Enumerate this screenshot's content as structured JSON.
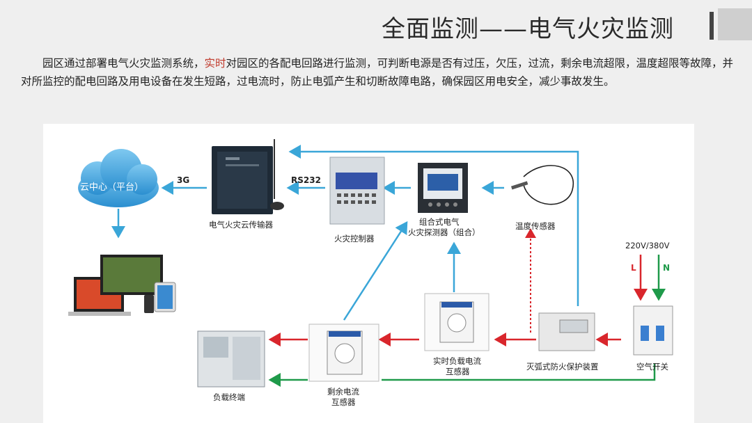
{
  "header": {
    "title": "全面监测——电气火灾监测"
  },
  "paragraph": {
    "part1": "园区通过部署电气火灾监测系统，",
    "highlight": "实时",
    "part2": "对园区的各配电回路进行监测，可判断电源是否有过压，欠压，过流，剩余电流超限，温度超限等故障，并对所监控的配电回路及用电设备在发生短路，过电流时，防止电弧产生和切断故障电路，确保园区用电安全，减少事故发生。"
  },
  "diagram": {
    "cloud_label": "云中心（平台）",
    "edge_3g": "3G",
    "edge_rs232": "RS232",
    "transmitter_label": "电气火灾云传输器",
    "controller_label": "火灾控制器",
    "detector_label_line1": "组合式电气",
    "detector_label_line2": "火灾探测器（组合）",
    "temp_sensor_label": "温度传感器",
    "voltage_label": "220V/380V",
    "line_l": "L",
    "line_n": "N",
    "air_switch_label": "空气开关",
    "arc_protect_label": "灭弧式防火保护装置",
    "load_ct_line1": "实时负载电流",
    "load_ct_line2": "互感器",
    "residual_ct_line1": "剩余电流",
    "residual_ct_line2": "互感器",
    "load_terminal_label": "负载终端",
    "colors": {
      "blue_line": "#3aa6d8",
      "red_line": "#d9262c",
      "green_line": "#1f9a4a"
    }
  }
}
